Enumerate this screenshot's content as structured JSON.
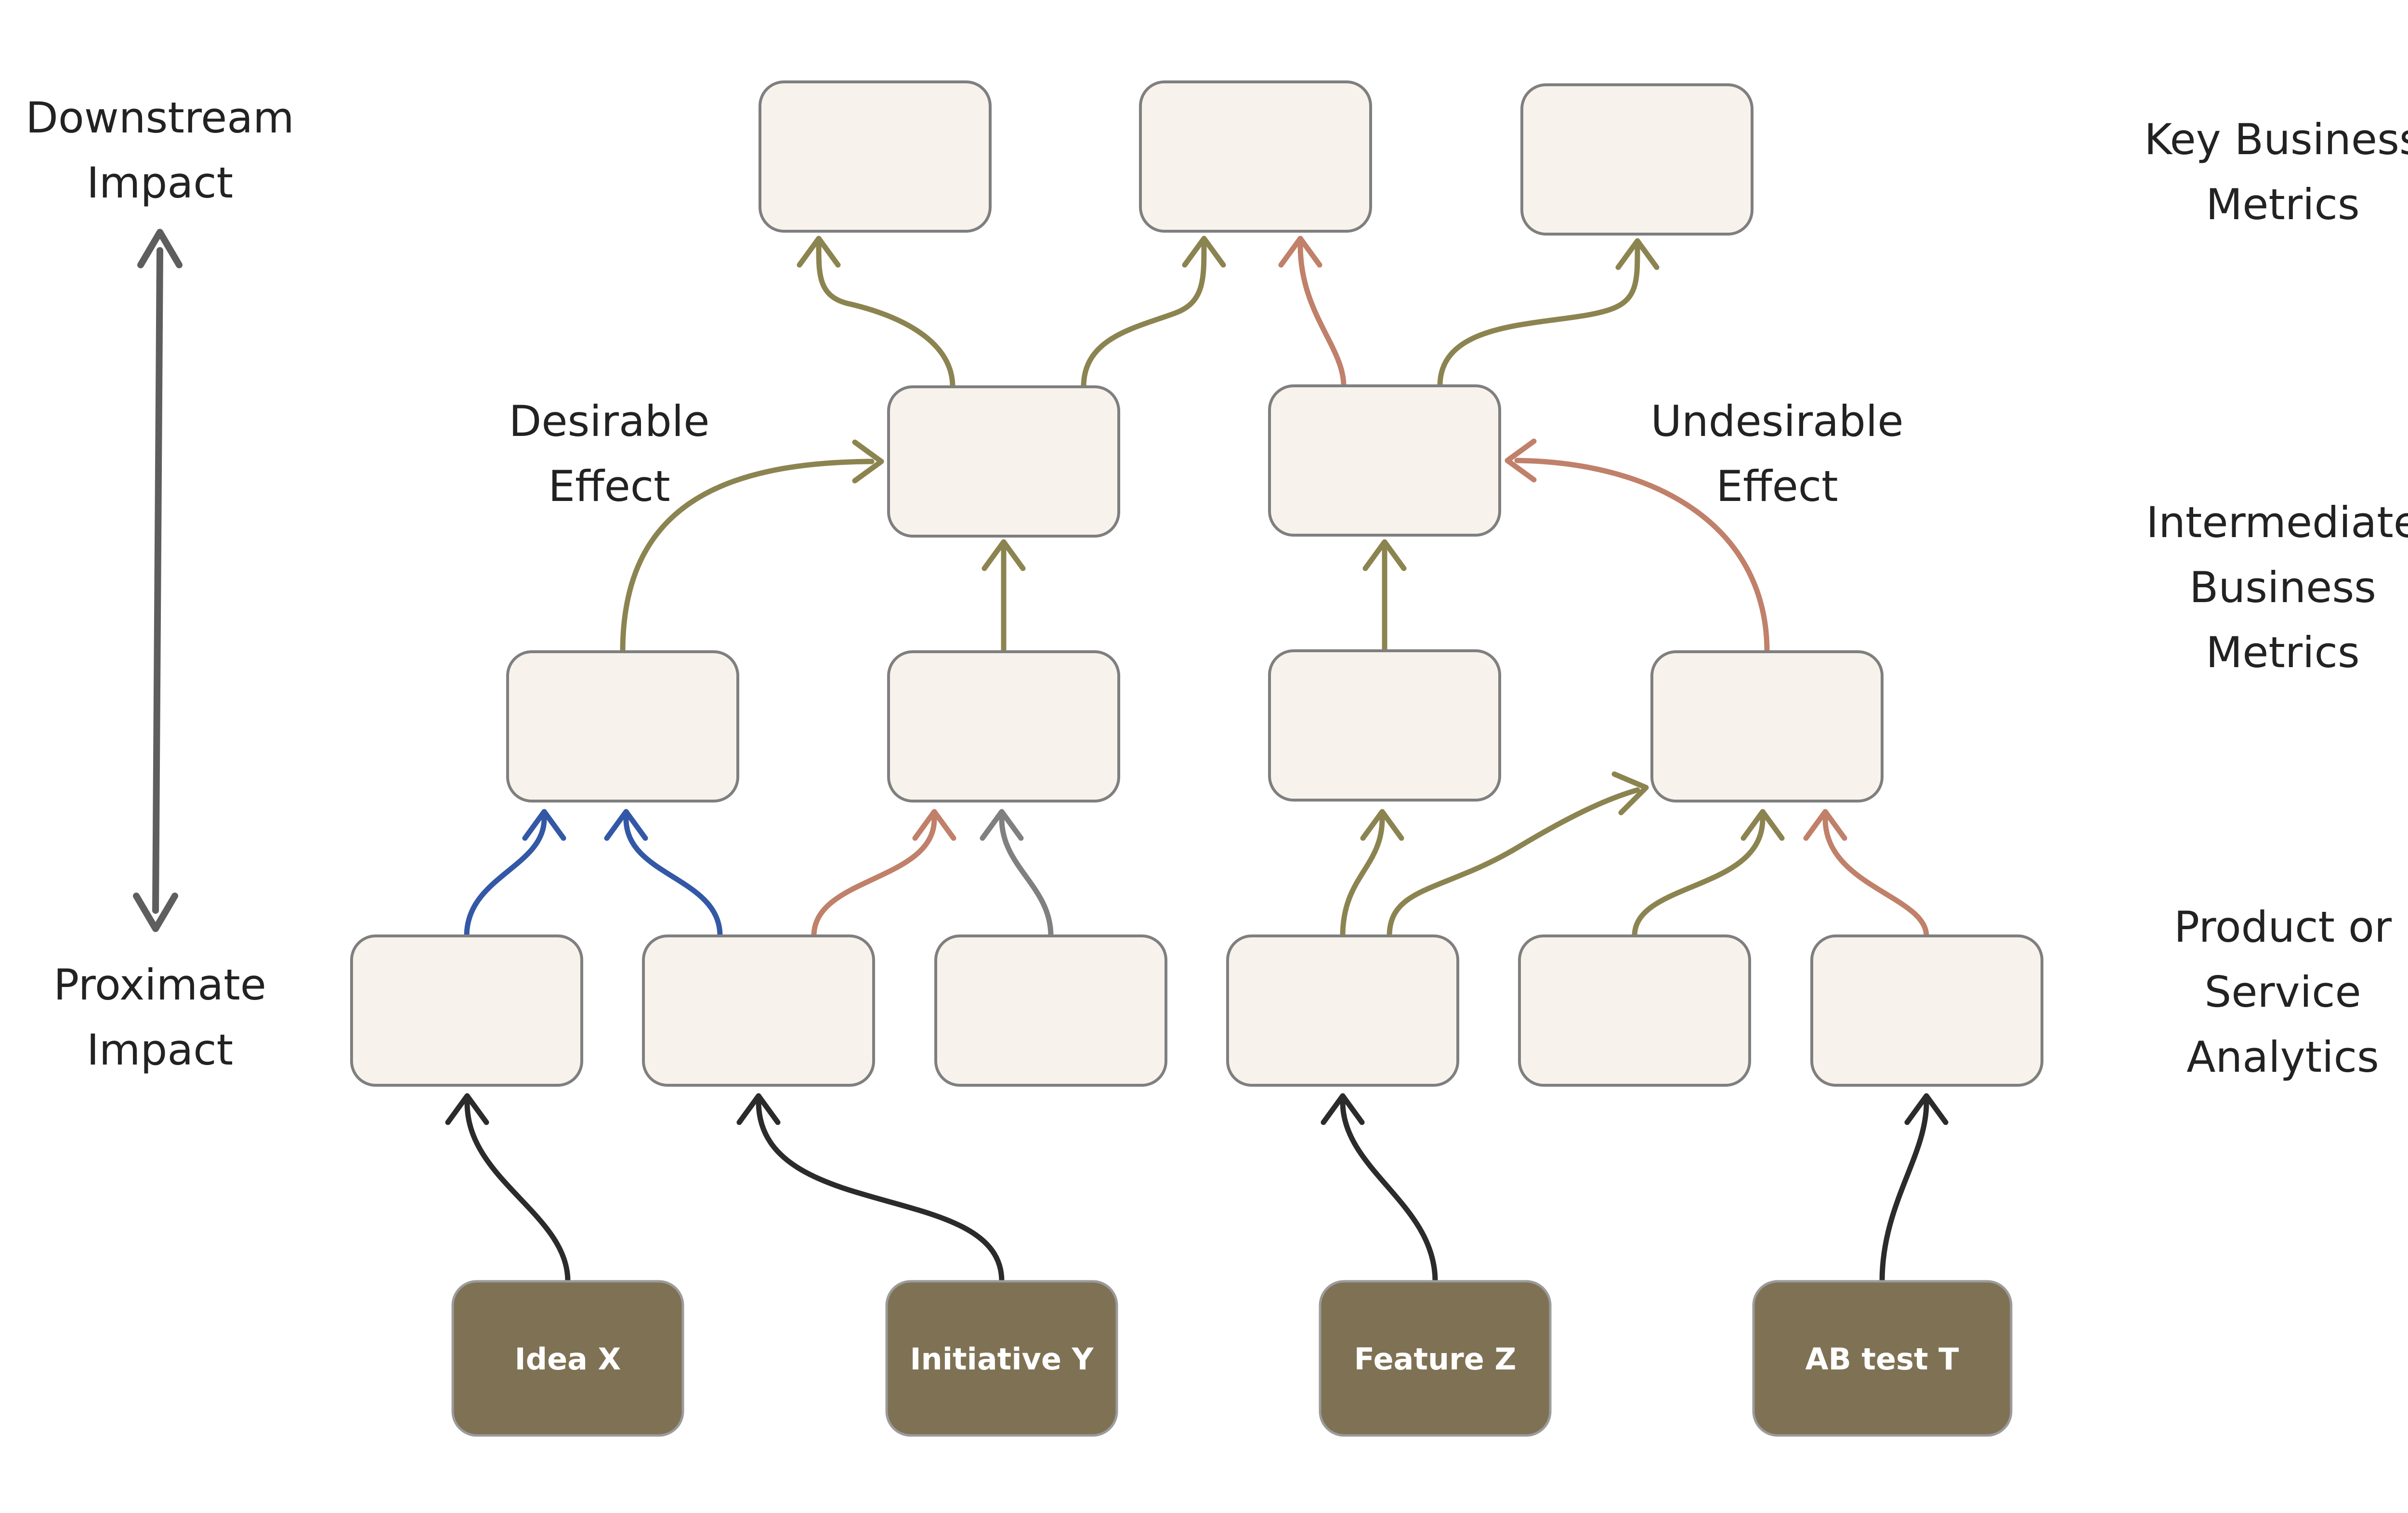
{
  "colors": {
    "desirable": "#8c8450",
    "undesirable": "#c0806a",
    "primary": "#3358a6",
    "neutral": "#808080",
    "source": "#2b2b2b",
    "axis": "#5e5e5e"
  },
  "axis": {
    "top": [
      "Downstream",
      "Impact"
    ],
    "bottom": [
      "Proximate",
      "Impact"
    ]
  },
  "levels": {
    "key": [
      "Key Business",
      "Metrics"
    ],
    "intermediate": [
      "Intermediate",
      "Business",
      "Metrics"
    ],
    "product": [
      "Product or",
      "Service",
      "Analytics"
    ]
  },
  "effects": {
    "desirable": [
      "Desirable",
      "Effect"
    ],
    "undesirable": [
      "Undesirable",
      "Effect"
    ]
  },
  "actions": [
    {
      "label": "Idea X"
    },
    {
      "label": "Initiative Y"
    },
    {
      "label": "Feature Z"
    },
    {
      "label": "AB test T"
    }
  ]
}
